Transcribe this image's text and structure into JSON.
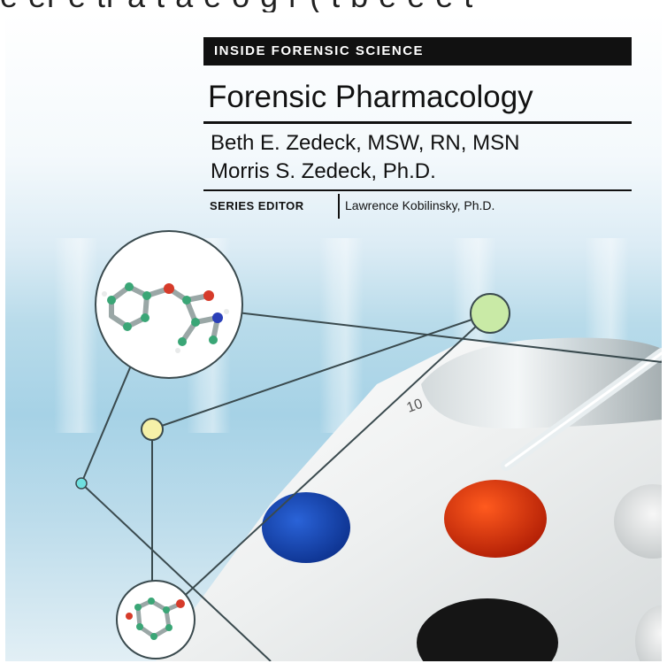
{
  "cropped_top_text": "e er e tr a t a e o g r ( t b e e e t",
  "cover": {
    "series_label": "INSIDE FORENSIC SCIENCE",
    "title": "Forensic Pharmacology",
    "authors": [
      "Beth E. Zedeck, MSW, RN, MSN",
      "Morris S. Zedeck, Ph.D."
    ],
    "series_editor_label": "SERIES EDITOR",
    "series_editor_name": "Lawrence Kobilinsky, Ph.D.",
    "beaker_mark": "10"
  },
  "colors": {
    "background_blue": "#a6d2e6",
    "bar": "#111111",
    "blue_spot": "#1546b8",
    "red_spot": "#d6320e",
    "black_spot": "#151515",
    "green_node": "#c9eaa6",
    "yellow_node": "#f5f0a8",
    "cyan_node": "#6fe0e0"
  }
}
